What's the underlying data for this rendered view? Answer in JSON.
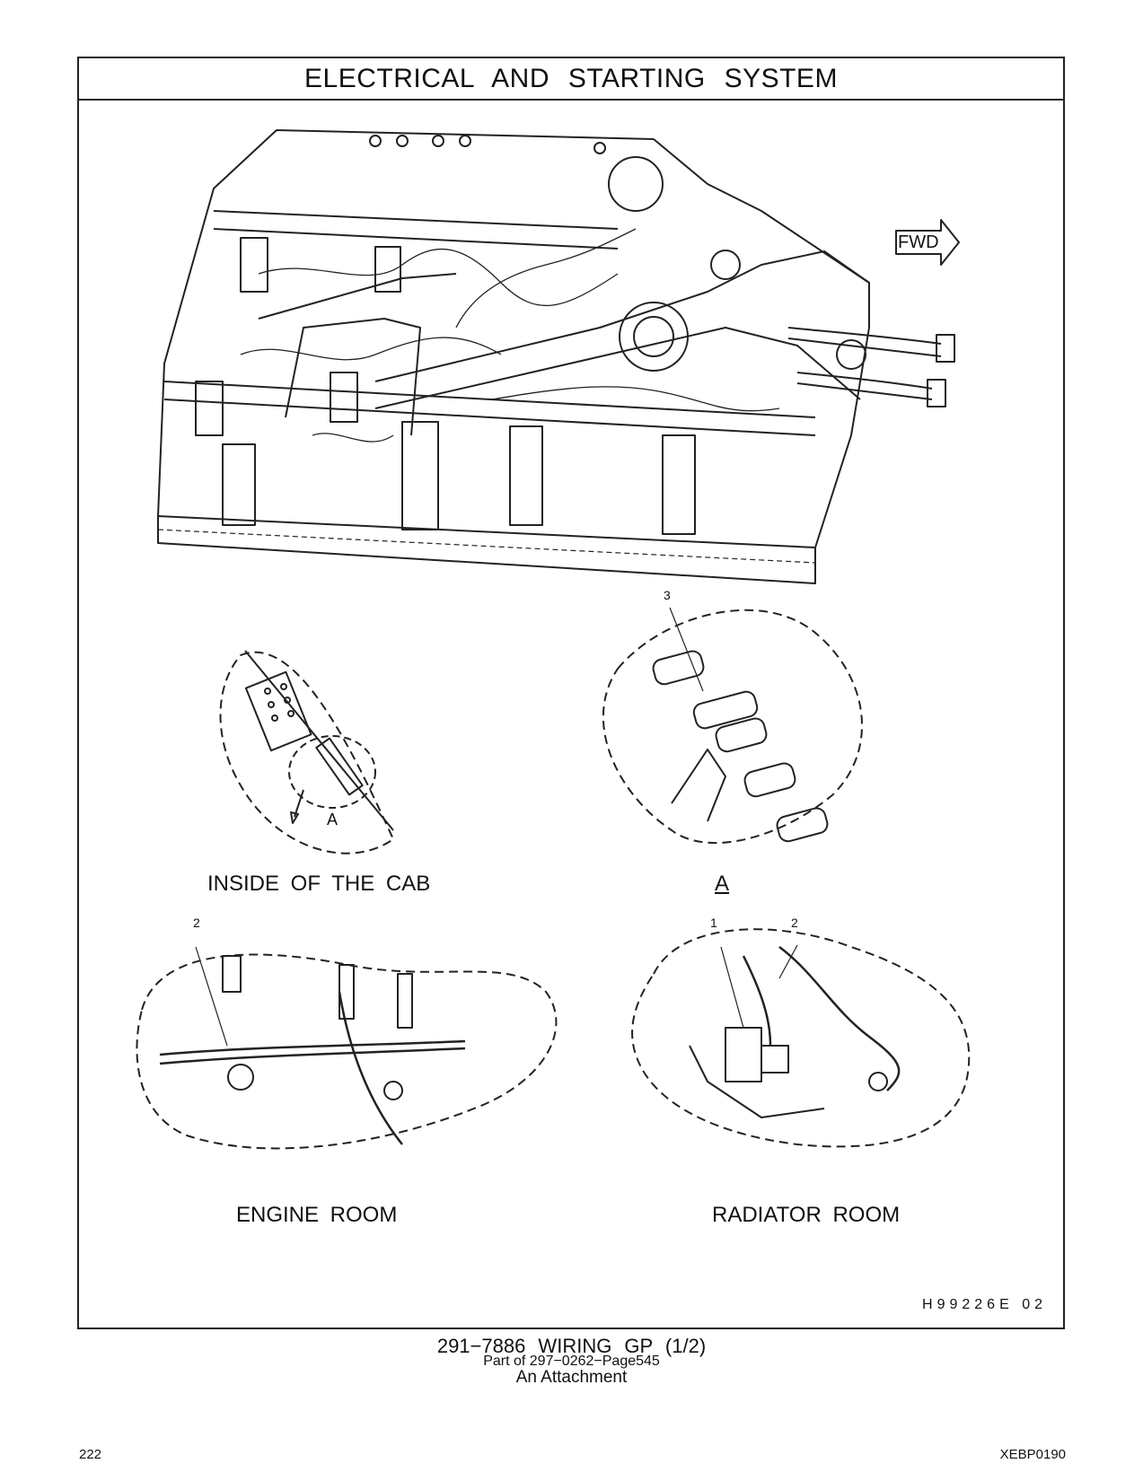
{
  "header": {
    "title": "ELECTRICAL AND STARTING SYSTEM"
  },
  "main_view": {
    "direction_label": "FWD"
  },
  "views": {
    "cab": {
      "label": "INSIDE OF THE CAB",
      "detail_marker": "A"
    },
    "detail_a": {
      "label": "A",
      "callouts": [
        "3"
      ]
    },
    "engine": {
      "label": "ENGINE ROOM",
      "callouts": [
        "2"
      ]
    },
    "radiator": {
      "label": "RADIATOR ROOM",
      "callouts": [
        "1",
        "2"
      ]
    }
  },
  "figure_id": "H99226E 02",
  "caption": {
    "part": "291−7886 WIRING GP (1/2)",
    "sub": "Part of 297−0262−Page545",
    "note": "An Attachment"
  },
  "footer": {
    "page_number": "222",
    "doc_code": "XEBP0190"
  }
}
